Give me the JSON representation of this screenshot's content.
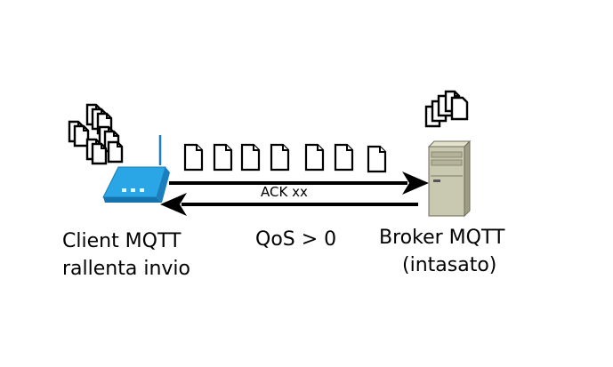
{
  "labels": {
    "client_line1": "Client MQTT",
    "client_line2": "rallenta invio",
    "broker_line1": "Broker MQTT",
    "broker_line2": "(intasato)",
    "qos": "QoS > 0",
    "ack": "ACK xx"
  },
  "icons": {
    "client_device": "router-icon",
    "broker_device": "server-tower-icon",
    "client_queue": "document-stack-icon",
    "broker_queue": "document-stack-icon",
    "message": "document-icon"
  },
  "colors": {
    "router_blue": "#2aa6e6",
    "server_beige": "#c9c8b0",
    "arrow": "#000000"
  }
}
